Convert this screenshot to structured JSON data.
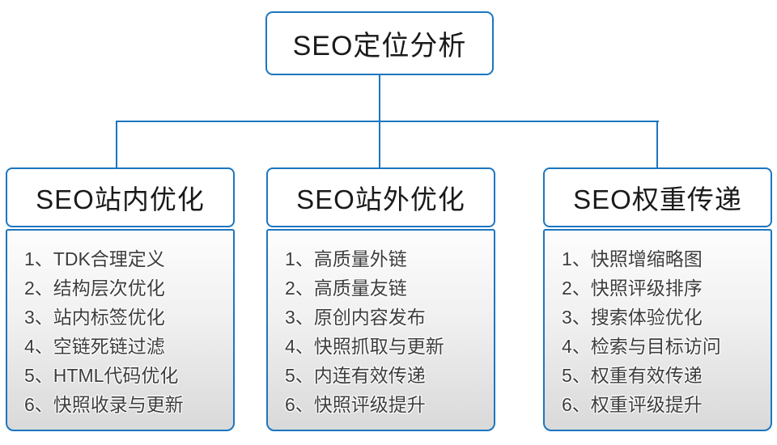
{
  "diagram": {
    "title": "SEO定位分析",
    "colors": {
      "accent_blue": "#1b76c0",
      "panel_gradient_top": "#fdfdfd",
      "panel_gradient_bottom": "#d9d9d9",
      "header_text": "#1a1a1a",
      "item_text": "#3d3d3d"
    },
    "columns": [
      {
        "title": "SEO站内优化",
        "items": [
          "1、TDK合理定义",
          "2、结构层次优化",
          "3、站内标签优化",
          "4、空链死链过滤",
          "5、HTML代码优化",
          "6、快照收录与更新"
        ]
      },
      {
        "title": "SEO站外优化",
        "items": [
          "1、高质量外链",
          "2、高质量友链",
          "3、原创内容发布",
          "4、快照抓取与更新",
          "5、内连有效传递",
          "6、快照评级提升"
        ]
      },
      {
        "title": "SEO权重传递",
        "items": [
          "1、快照增缩略图",
          "2、快照评级排序",
          "3、搜索体验优化",
          "4、检索与目标访问",
          "5、权重有效传递",
          "6、权重评级提升"
        ]
      }
    ]
  }
}
